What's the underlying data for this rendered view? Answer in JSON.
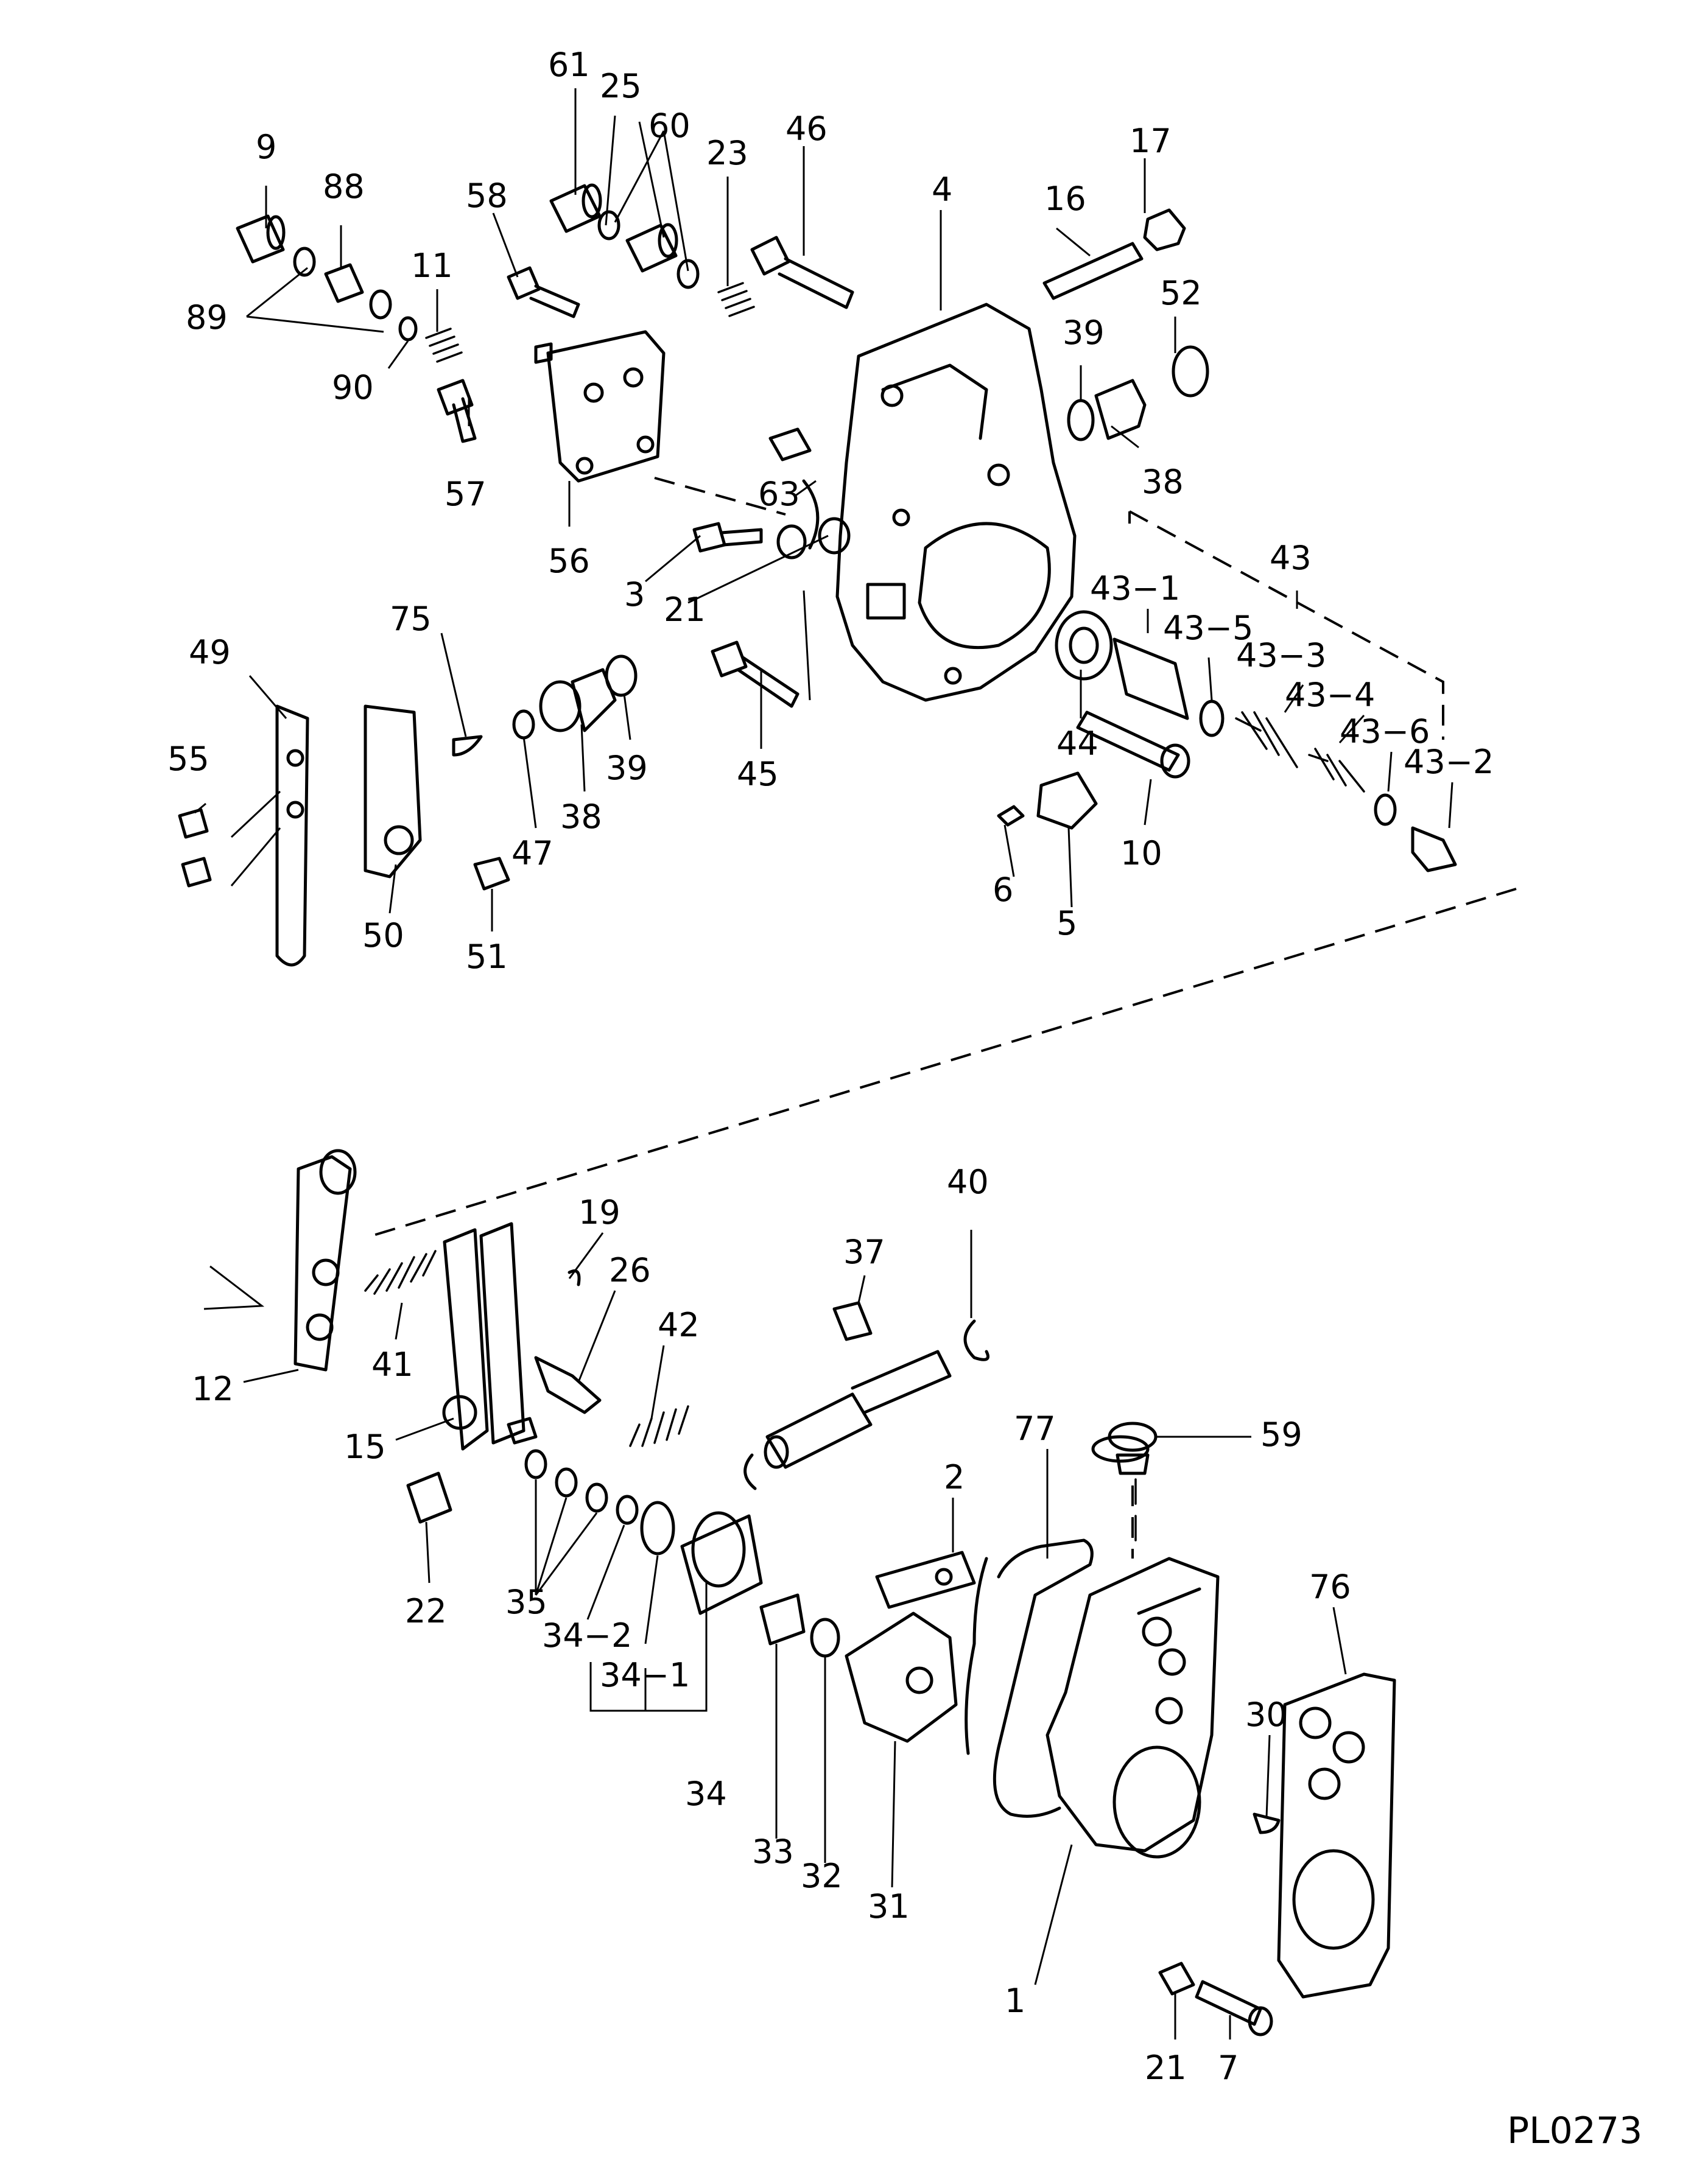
{
  "diagram": {
    "code": "PL0273",
    "callouts": [
      {
        "id": "c9",
        "text": "9"
      },
      {
        "id": "c88",
        "text": "88"
      },
      {
        "id": "c89",
        "text": "89"
      },
      {
        "id": "c90",
        "text": "90"
      },
      {
        "id": "c11",
        "text": "11"
      },
      {
        "id": "c57",
        "text": "57"
      },
      {
        "id": "c58",
        "text": "58"
      },
      {
        "id": "c56",
        "text": "56"
      },
      {
        "id": "c61",
        "text": "61"
      },
      {
        "id": "c25",
        "text": "25"
      },
      {
        "id": "c60",
        "text": "60"
      },
      {
        "id": "c23",
        "text": "23"
      },
      {
        "id": "c46",
        "text": "46"
      },
      {
        "id": "c4",
        "text": "4"
      },
      {
        "id": "c16",
        "text": "16"
      },
      {
        "id": "c17",
        "text": "17"
      },
      {
        "id": "c52",
        "text": "52"
      },
      {
        "id": "c39a",
        "text": "39"
      },
      {
        "id": "c38a",
        "text": "38"
      },
      {
        "id": "c63",
        "text": "63"
      },
      {
        "id": "c3",
        "text": "3"
      },
      {
        "id": "c21a",
        "text": "21"
      },
      {
        "id": "c43",
        "text": "43"
      },
      {
        "id": "c43_1",
        "text": "43−1"
      },
      {
        "id": "c43_5",
        "text": "43−5"
      },
      {
        "id": "c43_3",
        "text": "43−3"
      },
      {
        "id": "c43_4",
        "text": "43−4"
      },
      {
        "id": "c43_6",
        "text": "43−6"
      },
      {
        "id": "c43_2",
        "text": "43−2"
      },
      {
        "id": "c44",
        "text": "44"
      },
      {
        "id": "c10",
        "text": "10"
      },
      {
        "id": "c6",
        "text": "6"
      },
      {
        "id": "c5",
        "text": "5"
      },
      {
        "id": "c45",
        "text": "45"
      },
      {
        "id": "c49",
        "text": "49"
      },
      {
        "id": "c55",
        "text": "55"
      },
      {
        "id": "c75",
        "text": "75"
      },
      {
        "id": "c50",
        "text": "50"
      },
      {
        "id": "c51",
        "text": "51"
      },
      {
        "id": "c47",
        "text": "47"
      },
      {
        "id": "c38b",
        "text": "38"
      },
      {
        "id": "c39b",
        "text": "39"
      },
      {
        "id": "c12",
        "text": "12"
      },
      {
        "id": "c41",
        "text": "41"
      },
      {
        "id": "c15",
        "text": "15"
      },
      {
        "id": "c19",
        "text": "19"
      },
      {
        "id": "c26",
        "text": "26"
      },
      {
        "id": "c42",
        "text": "42"
      },
      {
        "id": "c37",
        "text": "37"
      },
      {
        "id": "c40",
        "text": "40"
      },
      {
        "id": "c22",
        "text": "22"
      },
      {
        "id": "c35",
        "text": "35"
      },
      {
        "id": "c34_2",
        "text": "34−2"
      },
      {
        "id": "c34_1",
        "text": "34−1"
      },
      {
        "id": "c34",
        "text": "34"
      },
      {
        "id": "c33",
        "text": "33"
      },
      {
        "id": "c32",
        "text": "32"
      },
      {
        "id": "c31",
        "text": "31"
      },
      {
        "id": "c2",
        "text": "2"
      },
      {
        "id": "c77",
        "text": "77"
      },
      {
        "id": "c59",
        "text": "59"
      },
      {
        "id": "c76",
        "text": "76"
      },
      {
        "id": "c30",
        "text": "30"
      },
      {
        "id": "c1",
        "text": "1"
      },
      {
        "id": "c21b",
        "text": "21"
      },
      {
        "id": "c7",
        "text": "7"
      }
    ]
  }
}
